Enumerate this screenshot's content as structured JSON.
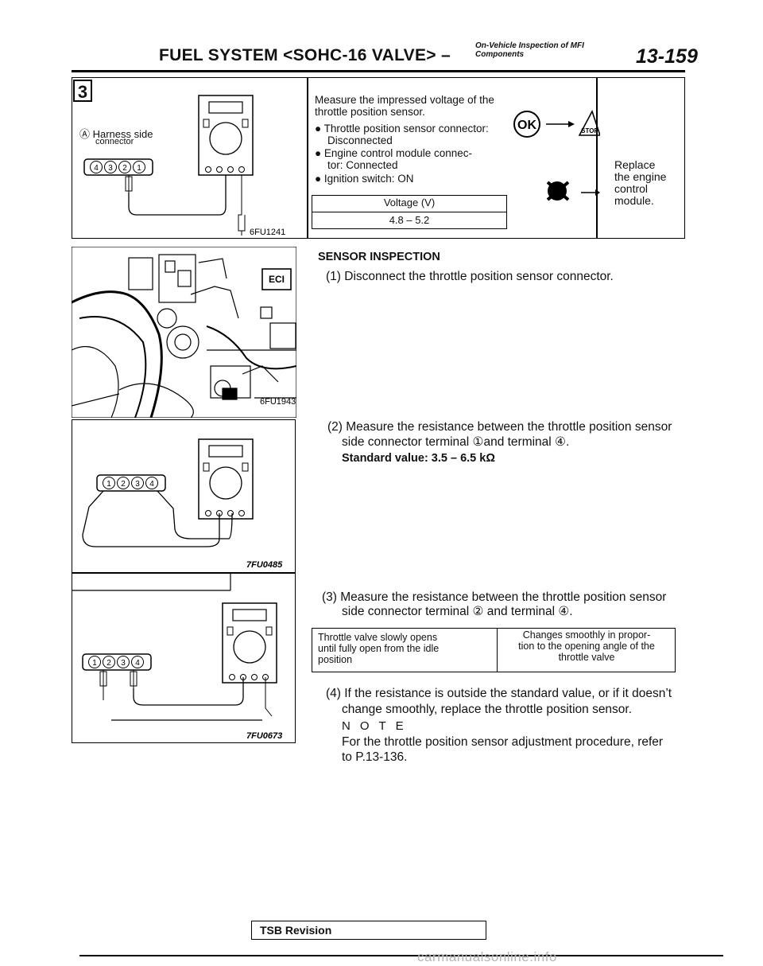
{
  "header": {
    "title": "FUEL SYSTEM <SOHC-16 VALVE> –",
    "subtitle_line1": "On-Vehicle Inspection of MFI",
    "subtitle_line2": "Components",
    "page_number": "13-159"
  },
  "step": {
    "number": "3",
    "harness_label": "Ⓐ Harness side",
    "harness_sub": "connector",
    "figure_code": "6FU1241",
    "instruction": "Measure the impressed voltage of the throttle position sensor.",
    "bullets": [
      "Throttle position sensor connector:",
      "Disconnected",
      "Engine control module connec-",
      "tor: Connected",
      "Ignition switch: ON"
    ],
    "voltage_header": "Voltage (V)",
    "voltage_value": "4.8 – 5.2",
    "ok_label": "OK",
    "stop_label": "STOP",
    "replace_lines": [
      "Replace",
      "the engine",
      "control",
      "module."
    ]
  },
  "figures": {
    "photo_code": "6FU1943",
    "photo_label": "ECI",
    "fig2_code": "7FU0485",
    "fig3_code": "7FU0673",
    "connector_left": [
      "4",
      "3",
      "2",
      "1"
    ],
    "connector_right": [
      "1",
      "2",
      "3",
      "4"
    ]
  },
  "inspection": {
    "heading": "SENSOR INSPECTION",
    "step1": "(1) Disconnect the throttle position sensor connector.",
    "step2_line1": "(2) Measure the resistance between the throttle position sensor",
    "step2_line2": "side connector terminal ①and terminal ④.",
    "standard": "Standard value: 3.5 – 6.5 kΩ",
    "step3_line1": "(3) Measure the resistance between the throttle position sensor",
    "step3_line2": "side connector terminal ② and terminal ④.",
    "table_left": [
      "Throttle valve slowly opens",
      "until fully open from the idle",
      "position"
    ],
    "table_right": [
      "Changes smoothly in propor-",
      "tion to the opening angle of the",
      "throttle valve"
    ],
    "step4_line1": "(4) If the resistance is outside the standard value, or if it doesn’t",
    "step4_line2": "change smoothly, replace the throttle position sensor.",
    "note_label": "NOTE",
    "note_line1": "For the throttle position sensor adjustment procedure, refer",
    "note_line2": "to P.13-136."
  },
  "footer": {
    "tsb": "TSB Revision",
    "watermark": "carmanualsonline.info"
  }
}
